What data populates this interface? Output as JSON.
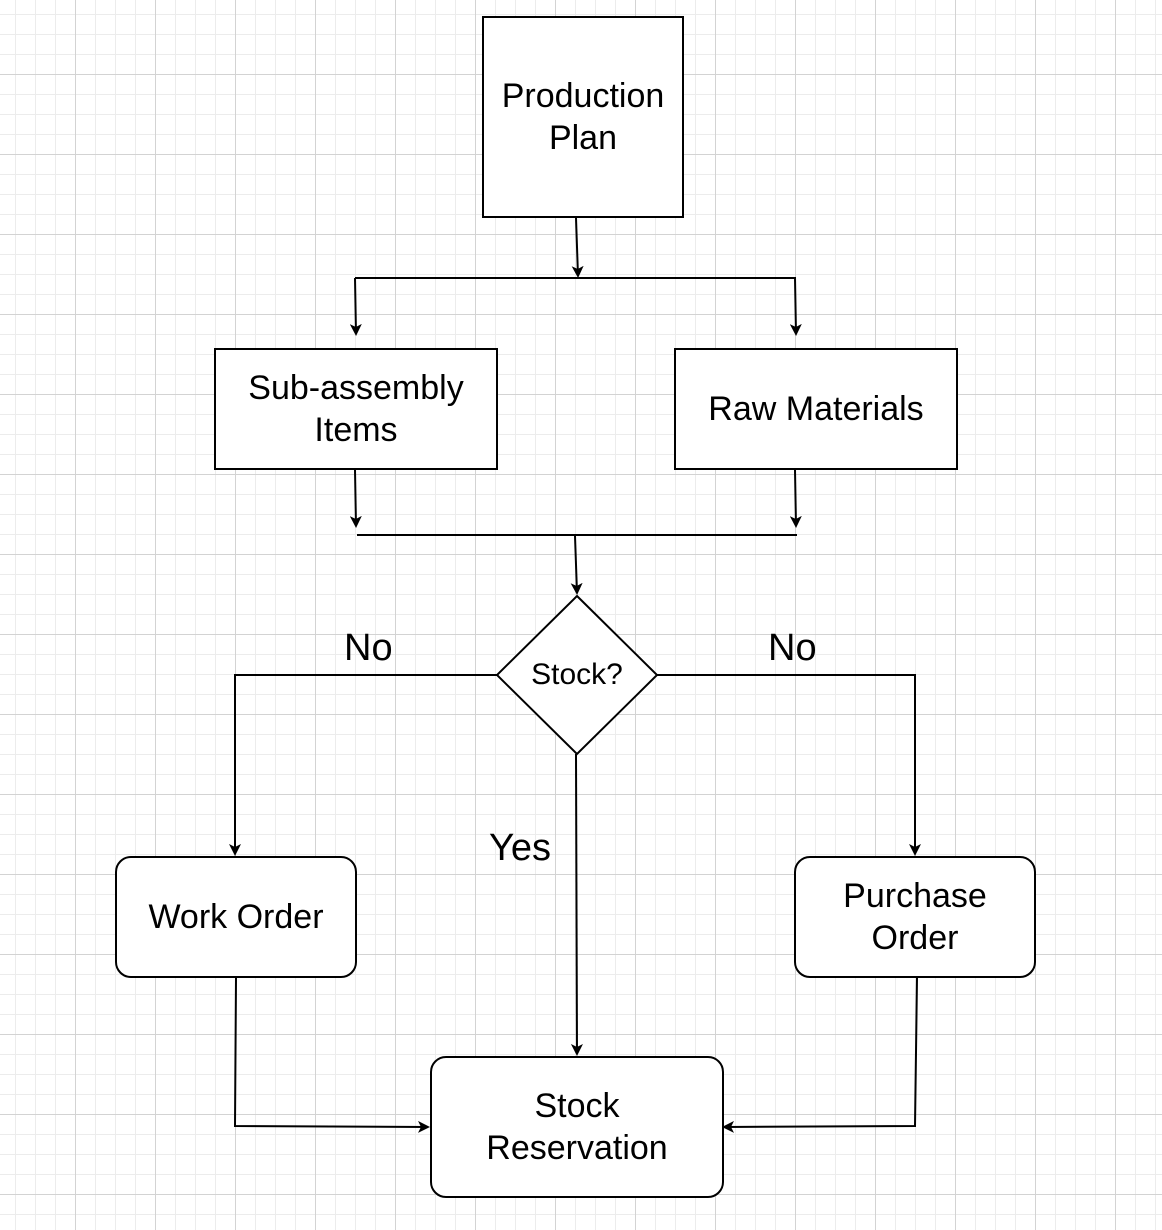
{
  "nodes": {
    "production_plan": {
      "line1": "Production",
      "line2": "Plan"
    },
    "sub_assembly": {
      "line1": "Sub-assembly",
      "line2": "Items"
    },
    "raw_materials": {
      "line1": "Raw Materials"
    },
    "stock_decision": {
      "label": "Stock?"
    },
    "work_order": {
      "line1": "Work Order"
    },
    "purchase_order": {
      "line1": "Purchase",
      "line2": "Order"
    },
    "stock_reservation": {
      "line1": "Stock",
      "line2": "Reservation"
    }
  },
  "edge_labels": {
    "left_no": "No",
    "right_no": "No",
    "yes": "Yes"
  }
}
